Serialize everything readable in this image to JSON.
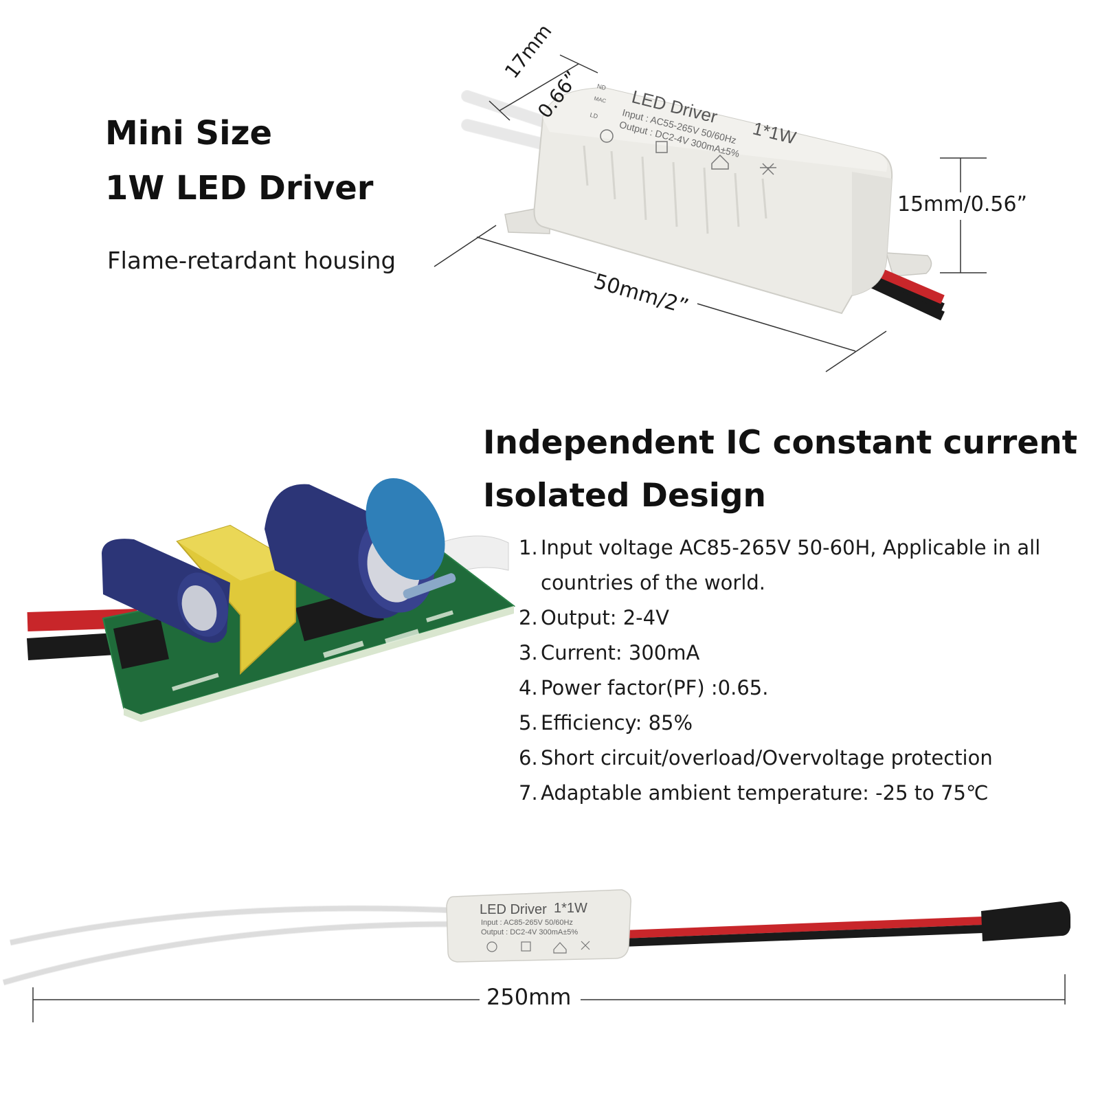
{
  "section1": {
    "title_line1": "Mini Size",
    "title_line2": "1W LED Driver",
    "subtitle": "Flame-retardant housing",
    "dim_depth_mm": "17mm",
    "dim_depth_in": "0.66”",
    "dim_height": "15mm/0.56”",
    "dim_length": "50mm/2”"
  },
  "section2": {
    "title_line1": "Independent IC constant current",
    "title_line2": "Isolated Design",
    "specs": [
      {
        "num": "1.",
        "text": "Input voltage AC85-265V 50-60H, Applicable in all",
        "cont": "countries of the world."
      },
      {
        "num": "2.",
        "text": "Output: 2-4V"
      },
      {
        "num": "3.",
        "text": "Current: 300mA"
      },
      {
        "num": "4.",
        "text": "Power factor(PF) :0.65."
      },
      {
        "num": "5.",
        "text": "Efficiency: 85%"
      },
      {
        "num": "6.",
        "text": "Short circuit/overload/Overvoltage protection"
      },
      {
        "num": "7.",
        "text": "Adaptable ambient temperature: -25 to 75℃"
      }
    ]
  },
  "section3": {
    "total_length": "250mm"
  },
  "driver_label": {
    "brand": "LED Driver",
    "power": "1*1W",
    "input_large": "Input : AC55-265V 50/60Hz",
    "output_large": "Output : DC2-4V 300mA±5%",
    "input_small": "Input : AC85-265V 50/60Hz",
    "output_small": "Output : DC2-4V 300mA±5%",
    "nd": "ND",
    "mac": "MAC",
    "ld": "LD"
  },
  "colors": {
    "housing": "#ecebe6",
    "pcb": "#1f6b3a",
    "capacitor": "#2c3577",
    "transformer": "#e0c93a",
    "wire_red": "#c8262a",
    "wire_black": "#1a1a1a"
  }
}
